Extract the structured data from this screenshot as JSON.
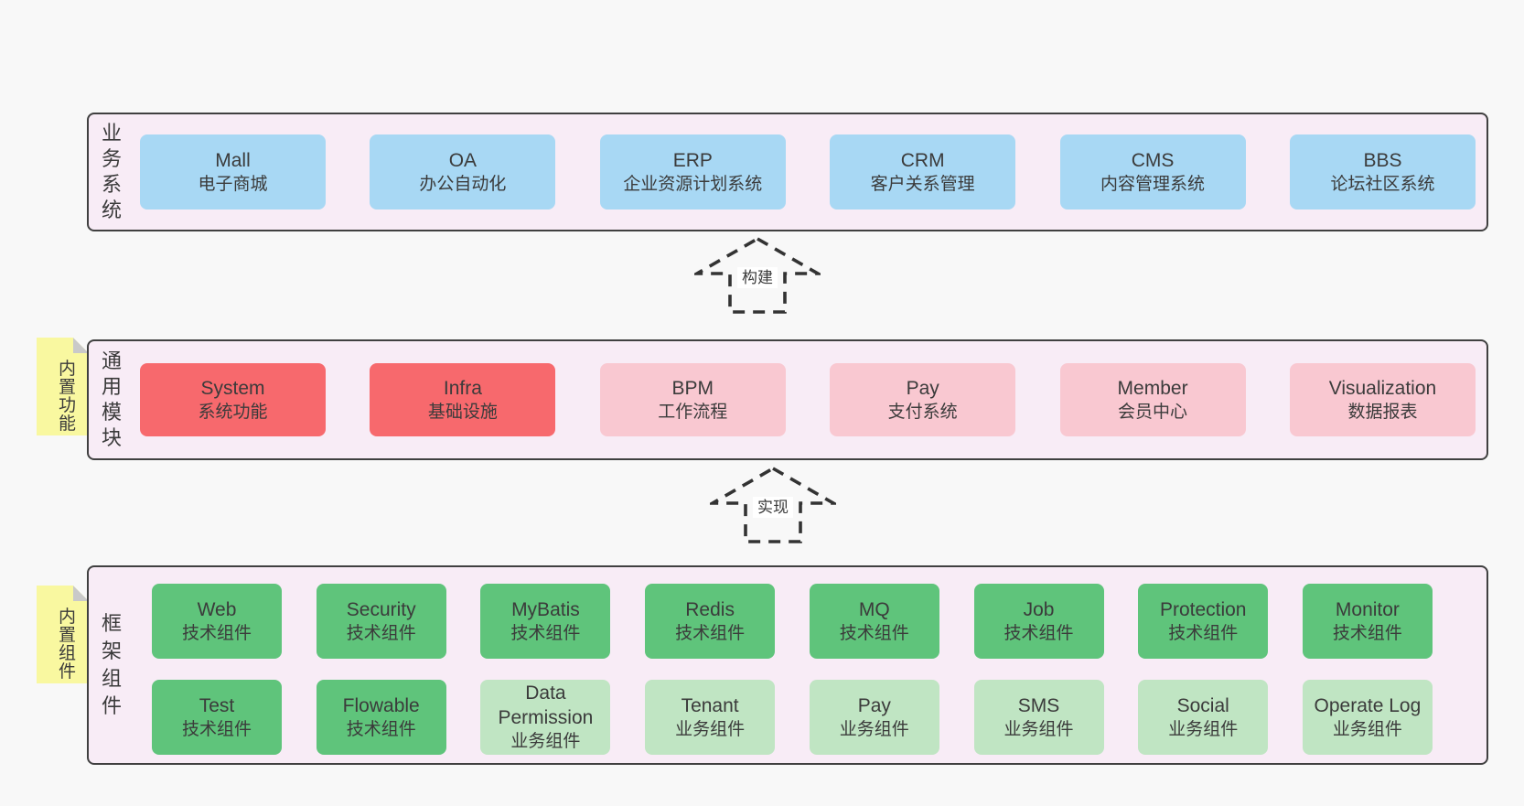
{
  "layers": {
    "business": {
      "label": "业务系统",
      "boxes": [
        {
          "title": "Mall",
          "subtitle": "电子商城"
        },
        {
          "title": "OA",
          "subtitle": "办公自动化"
        },
        {
          "title": "ERP",
          "subtitle": "企业资源计划系统"
        },
        {
          "title": "CRM",
          "subtitle": "客户关系管理"
        },
        {
          "title": "CMS",
          "subtitle": "内容管理系统"
        },
        {
          "title": "BBS",
          "subtitle": "论坛社区系统"
        }
      ]
    },
    "modules": {
      "label": "通用模块",
      "note": "内置功能",
      "boxes": [
        {
          "title": "System",
          "subtitle": "系统功能"
        },
        {
          "title": "Infra",
          "subtitle": "基础设施"
        },
        {
          "title": "BPM",
          "subtitle": "工作流程"
        },
        {
          "title": "Pay",
          "subtitle": "支付系统"
        },
        {
          "title": "Member",
          "subtitle": "会员中心"
        },
        {
          "title": "Visualization",
          "subtitle": "数据报表"
        }
      ]
    },
    "framework": {
      "label": "框架组件",
      "note": "内置组件",
      "row1": [
        {
          "title": "Web",
          "subtitle": "技术组件"
        },
        {
          "title": "Security",
          "subtitle": "技术组件"
        },
        {
          "title": "MyBatis",
          "subtitle": "技术组件"
        },
        {
          "title": "Redis",
          "subtitle": "技术组件"
        },
        {
          "title": "MQ",
          "subtitle": "技术组件"
        },
        {
          "title": "Job",
          "subtitle": "技术组件"
        },
        {
          "title": "Protection",
          "subtitle": "技术组件"
        },
        {
          "title": "Monitor",
          "subtitle": "技术组件"
        }
      ],
      "row2": [
        {
          "title": "Test",
          "subtitle": "技术组件"
        },
        {
          "title": "Flowable",
          "subtitle": "技术组件"
        },
        {
          "title": "Data Permission",
          "subtitle": "业务组件"
        },
        {
          "title": "Tenant",
          "subtitle": "业务组件"
        },
        {
          "title": "Pay",
          "subtitle": "业务组件"
        },
        {
          "title": "SMS",
          "subtitle": "业务组件"
        },
        {
          "title": "Social",
          "subtitle": "业务组件"
        },
        {
          "title": "Operate Log",
          "subtitle": "业务组件"
        }
      ]
    }
  },
  "arrows": {
    "build": "构建",
    "implement": "实现"
  },
  "colors": {
    "page_bg": "#f8f8f8",
    "panel_bg": "#f8ecf6",
    "panel_border": "#404040",
    "blue": "#a8d8f4",
    "red": "#f7696d",
    "pink": "#f9c8d1",
    "green": "#5fc47b",
    "light_green": "#c0e5c3",
    "note_yellow": "#f9f8a0",
    "note_fold": "#c9c9c9",
    "text": "#3b3b3b"
  }
}
